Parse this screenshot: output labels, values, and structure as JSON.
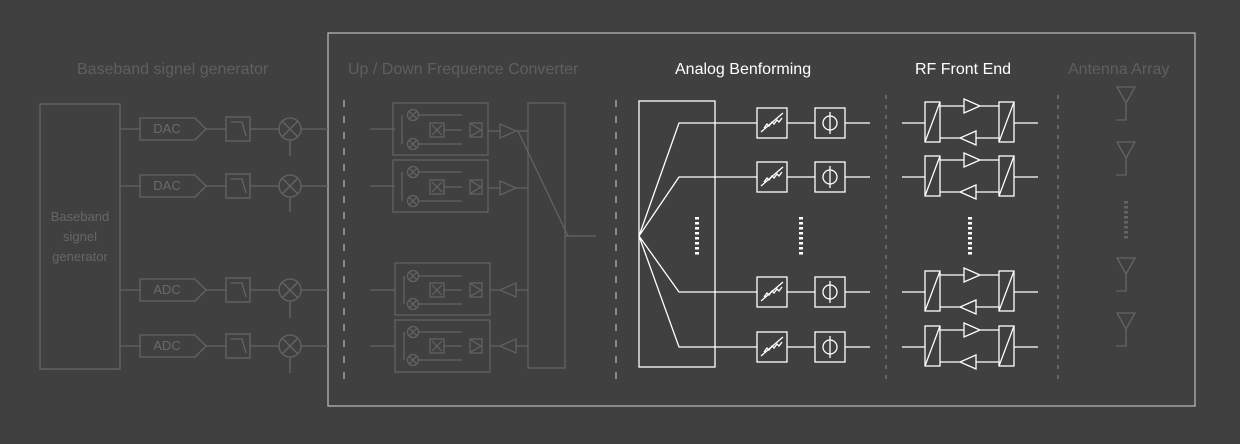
{
  "sections": {
    "baseband": "Baseband signel generator",
    "updown": "Up / Down Frequence Converter",
    "analog": "Analog Benforming",
    "rf": "RF Front End",
    "antenna": "Antenna Array"
  },
  "baseband_block": [
    "Baseband",
    "signel",
    "generator"
  ],
  "converters": {
    "dac": "DAC",
    "adc": "ADC"
  },
  "colors": {
    "background": "#404040",
    "dim_stroke": "#646464",
    "bright_stroke": "#ffffff",
    "dim_text": "#5f5f5f",
    "frame": "#bdbdbd"
  }
}
